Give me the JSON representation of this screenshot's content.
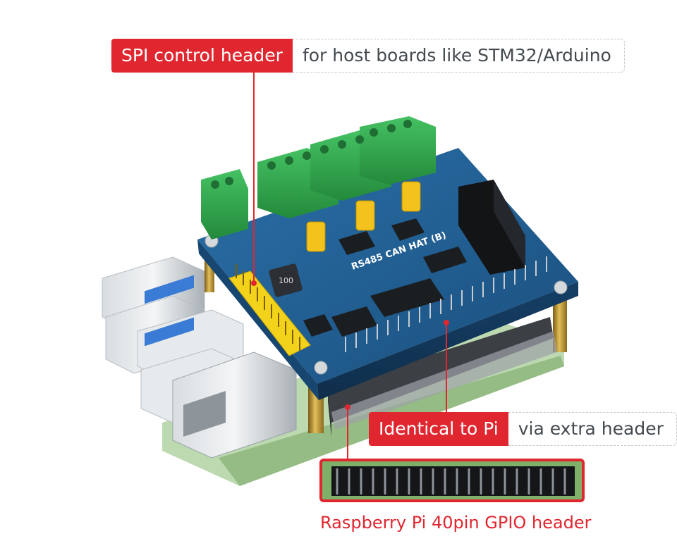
{
  "callouts": {
    "spi": {
      "tag": "SPI control header",
      "note": "for host boards like STM32/Arduino"
    },
    "pi": {
      "tag": "Identical to Pi",
      "note": "via extra header"
    }
  },
  "board": {
    "silkscreen_title": "RS485 CAN HAT (B)"
  },
  "caption": "Raspberry Pi 40pin GPIO header",
  "colors": {
    "accent_red": "#e0262f",
    "hat_blue": "#1f5b8e",
    "terminal_green": "#2fa84a",
    "pi_green": "#8fbf7c"
  }
}
